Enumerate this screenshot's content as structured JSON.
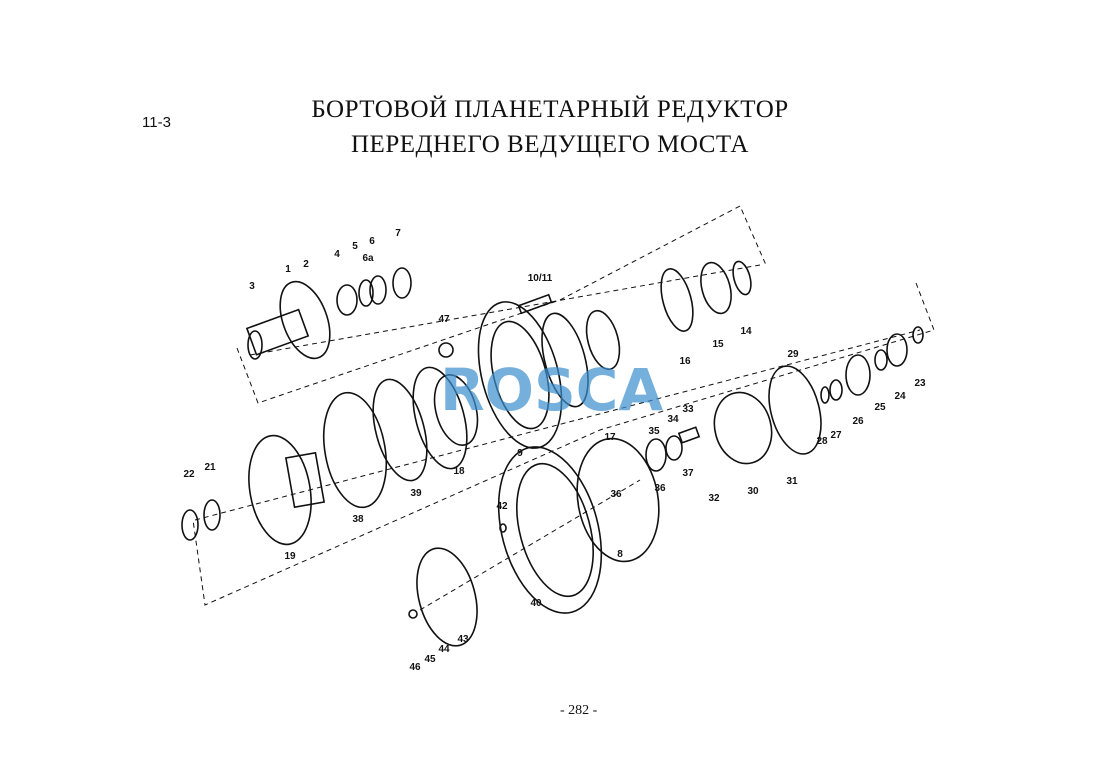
{
  "section_code": "11-3",
  "title_line1": "БОРТОВОЙ ПЛАНЕТАРНЫЙ  РЕДУКТОР",
  "title_line2": "ПЕРЕДНЕГО  ВЕДУЩЕГО  МОСТА",
  "page_number": "- 282 -",
  "watermark": "ROSCA",
  "part_labels": {
    "p1": "1",
    "p2": "2",
    "p3": "3",
    "p4": "4",
    "p5": "5",
    "p6": "6",
    "p6a": "6a",
    "p7": "7",
    "p8": "8",
    "p9": "9",
    "p10_11": "10/11",
    "p14": "14",
    "p15": "15",
    "p16": "16",
    "p17": "17",
    "p18": "18",
    "p19": "19",
    "p21": "21",
    "p22": "22",
    "p23": "23",
    "p24": "24",
    "p25": "25",
    "p26": "26",
    "p27": "27",
    "p28": "28",
    "p29": "29",
    "p30": "30",
    "p31": "31",
    "p32": "32",
    "p33": "33",
    "p34": "34",
    "p35": "35",
    "p36a": "36",
    "p36b": "36",
    "p37": "37",
    "p38": "38",
    "p39": "39",
    "p40": "40",
    "p42": "42",
    "p43": "43",
    "p44": "44",
    "p45": "45",
    "p46": "46",
    "p47": "47"
  }
}
